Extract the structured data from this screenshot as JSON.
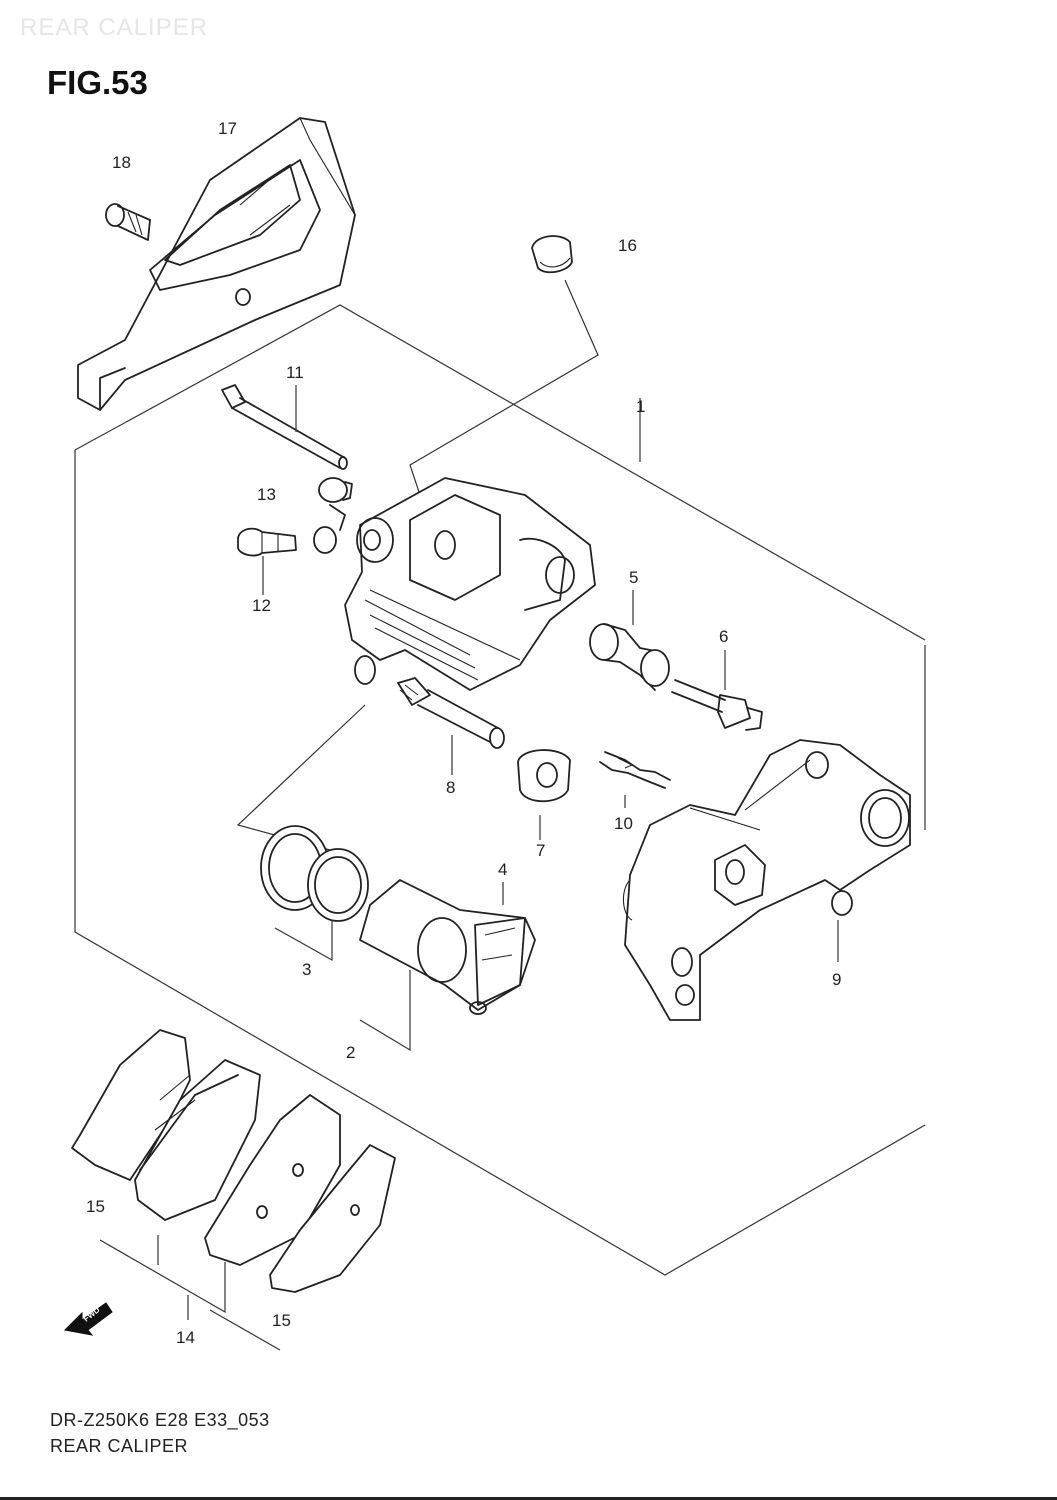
{
  "header": {
    "watermark": "REAR CALIPER",
    "figure": "FIG.53"
  },
  "callouts": {
    "c1": "1",
    "c2": "2",
    "c3": "3",
    "c4": "4",
    "c5": "5",
    "c6": "6",
    "c7": "7",
    "c8": "8",
    "c9": "9",
    "c10": "10",
    "c11": "11",
    "c12": "12",
    "c13": "13",
    "c14": "14",
    "c15a": "15",
    "c15b": "15",
    "c16": "16",
    "c17": "17",
    "c18": "18"
  },
  "fwd_label": "FWD",
  "footer": {
    "code": "DR-Z250K6 E28 E33_053",
    "name": "REAR CALIPER"
  }
}
